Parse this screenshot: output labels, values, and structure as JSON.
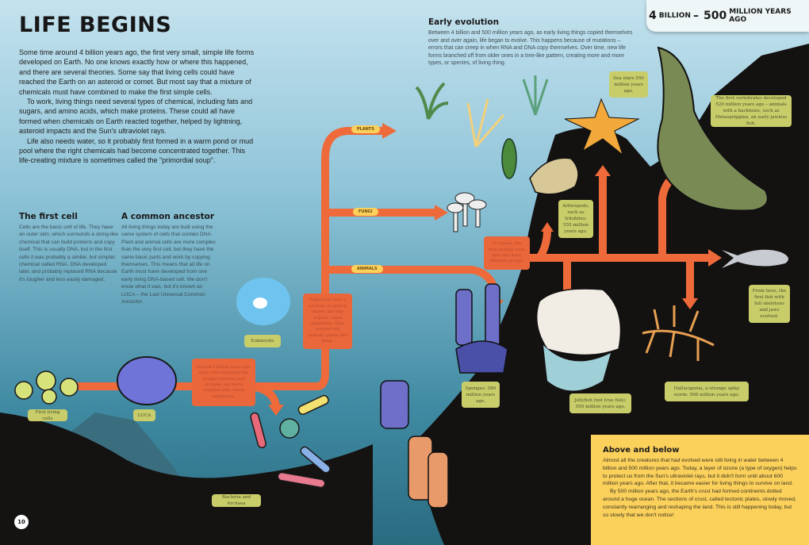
{
  "header": {
    "title": "LIFE BEGINS",
    "era_badge": {
      "start_number": "4",
      "start_unit": "BILLION",
      "separator": "–",
      "end_number": "500",
      "end_unit": "MILLION YEARS AGO"
    }
  },
  "intro": {
    "paragraphs": [
      "Some time around 4 billion years ago, the first very small, simple life forms developed on Earth. No one knows exactly how or where this happened, and there are several theories. Some say that living cells could have reached the Earth on an asteroid or comet. But most say that a mixture of chemicals must have combined to make the first simple cells.",
      "To work, living things need several types of chemical, including fats and sugars, and amino acids, which make proteins. These could all have formed when chemicals on Earth reacted together, helped by lightning, asteroid impacts and the Sun's ultraviolet rays.",
      "Life also needs water, so it probably first formed in a warm pond or mud pool where the right chemicals had become concentrated together. This life-creating mixture is sometimes called the \"primordial soup\"."
    ]
  },
  "first_cell": {
    "heading": "The first cell",
    "text": "Cells are the basic unit of life. They have an outer skin, which surrounds a string-like chemical that can build proteins and copy itself. This is usually DNA, but in the first cells it was probably a similar, but simpler, chemical called RNA. DNA developed later, and probably replaced RNA because it's tougher and less easily damaged."
  },
  "common_ancestor": {
    "heading": "A common ancestor",
    "text": "All living things today are built using the same system of cells that contain DNA. Plant and animal cells are more complex than the very first cell, but they have the same basic parts and work by copying themselves. This means that all life on Earth must have developed from one early living DNA-based cell. We don't know what it was, but it's known as LUCA – the Last Universal Common Ancestor."
  },
  "early_evolution": {
    "heading": "Early evolution",
    "text": "Between 4 billion and 500 million years ago, as early living things copied themselves over and over again, life began to evolve. This happens because of mutations – errors that can creep in when RNA and DNA copy themselves. Over time, new life forms branched off from older ones in a tree-like pattern, creating more and more types, or species, of living thing."
  },
  "above_below": {
    "heading": "Above and below",
    "paragraphs": [
      "Almost all the creatures that had evolved were still living in water between 4 billion and 500 million years ago. Today, a layer of ozone (a type of oxygen) helps to protect us from the Sun's ultraviolet rays, but it didn't form until about 600 million years ago. After that, it became easier for living things to survive on land.",
      "By 500 million years ago, the Earth's crust had formed continents dotted around a huge ocean. The sections of crust, called tectonic plates, slowly moved, constantly rearranging and reshaping the land. This is still happening today, but so slowly that we don't notice!"
    ]
  },
  "branch_tags": {
    "plants": "PLANTS",
    "fungi": "FUNGI",
    "animals": "ANIMALS"
  },
  "orange_notes": {
    "luca_split": "Around 4 billion years ago, early cells branched into simpler bacteria and archaea, and more complex cells called eukaryotes.",
    "eukaryotes": "Eukaryotes have a nucleus, or control centre, and tiny 'organs' called organelles. They evolved into animals, plants and fungi.",
    "animals_split": "To branch, the first animals were split into many different groups."
  },
  "labels": {
    "first_cells": "First living cells",
    "luca": "LUCA",
    "eukaryote": "Eukaryote",
    "bacteria": "Bacteria and Archaea",
    "sea_stars": "Sea stars 550 million years ago.",
    "vertebrates": "The first vertebrates developed 520 million years ago – animals with a backbone, such as Metaspriggina, an early jawless fish.",
    "arthropods": "Arthropods, such as trilobites: 555 million years ago.",
    "fish": "From here, the first fish with full skeletons and jaws evolved.",
    "sponges": "Sponges: 580 million years ago.",
    "jellyfish": "Jellyfish (not true fish): 550 million years ago.",
    "hallucigenia": "Hallucigenia, a strange spiky worm: 508 million years ago."
  },
  "page_number": "10",
  "colors": {
    "branch": "#ee6a3a",
    "label_pill": "#c8cd6a",
    "info_box": "#fbd15c",
    "rock": "#141111"
  }
}
